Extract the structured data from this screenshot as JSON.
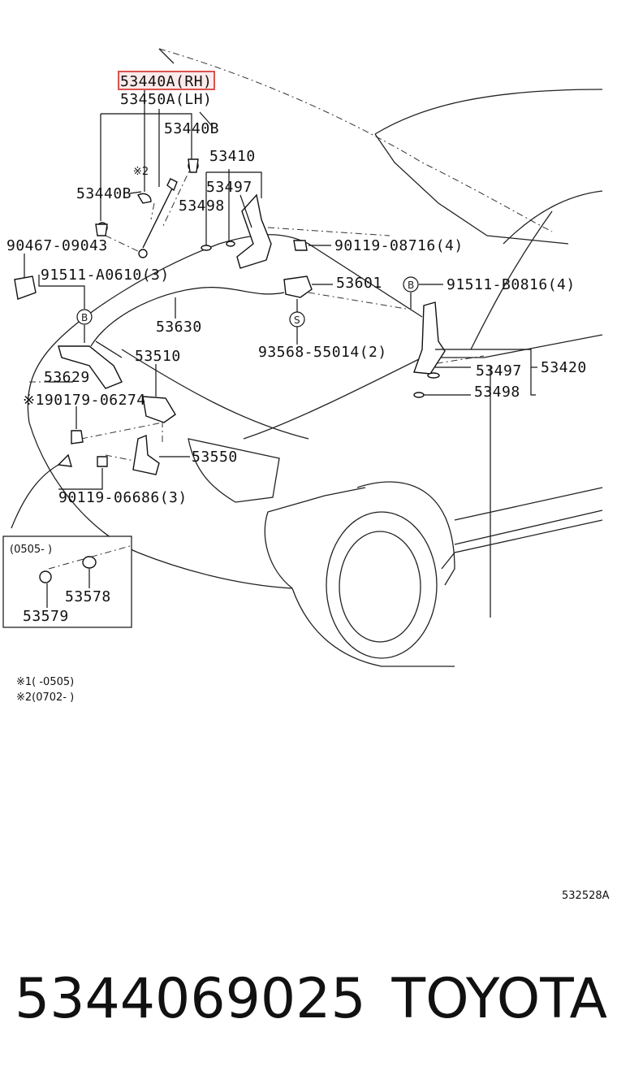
{
  "labels": {
    "p53440A": "53440A(RH)",
    "p53450A": "53450A(LH)",
    "p53440B_top": "53440B",
    "p53410": "53410",
    "note2": "※2",
    "p53440B_left": "53440B",
    "p53497_top": "53497",
    "p53498_top": "53498",
    "p90467": "90467-09043",
    "p90119_08716": "90119-08716(4)",
    "p91511_A": "91511-A0610(3)",
    "p53601": "53601",
    "p91511_B": "91511-B0816(4)",
    "p53630": "53630",
    "p93568": "93568-55014(2)",
    "p53510": "53510",
    "p53497_right": "53497",
    "p53420": "53420",
    "p53629": "53629",
    "p53498_right": "53498",
    "p90179": "※190179-06274",
    "p53550": "53550",
    "p90119_06686": "90119-06686(3)",
    "circle_B1": "B",
    "circle_S": "S",
    "circle_B2": "B"
  },
  "inset": {
    "range": "(0505-      )",
    "p53578": "53578",
    "p53579": "53579"
  },
  "notes": {
    "note1": "※1(      -0505)",
    "note2": "※2(0702-      )"
  },
  "diagram_code": "532528A",
  "footer": {
    "part_number": "5344069025",
    "brand": "TOYOTA"
  },
  "colors": {
    "highlight": "#d9534f"
  }
}
